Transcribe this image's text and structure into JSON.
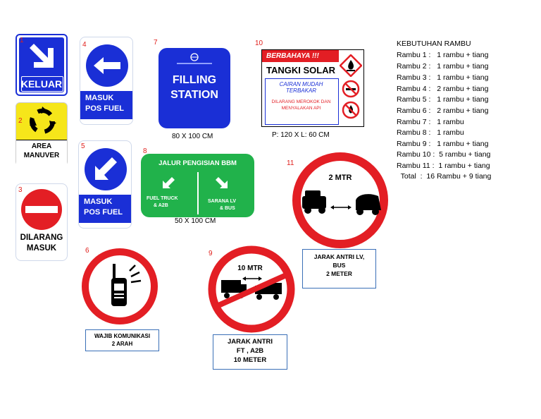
{
  "signs": {
    "s1": {
      "number": "1",
      "label": "KELUAR"
    },
    "s2": {
      "number": "2",
      "line1": "AREA",
      "line2": "MANUVER"
    },
    "s3": {
      "number": "3",
      "line1": "DILARANG",
      "line2": "MASUK"
    },
    "s4": {
      "number": "4",
      "line1": "MASUK",
      "line2": "POS FUEL"
    },
    "s5": {
      "number": "5",
      "line1": "MASUK",
      "line2": "POS FUEL"
    },
    "s6": {
      "number": "6",
      "label1": "WAJIB KOMUNIKASI",
      "label2": "2 ARAH"
    },
    "s7": {
      "number": "7",
      "line1": "FILLING",
      "line2": "STATION",
      "size": "80 X 100 CM"
    },
    "s8": {
      "number": "8",
      "title": "JALUR PENGISIAN BBM",
      "left1": "FUEL TRUCK",
      "left2": "& A2B",
      "right1": "SARANA LV",
      "right2": "& BUS",
      "size": "50 X 100 CM"
    },
    "s9": {
      "number": "9",
      "distance": "10 MTR",
      "label1": "JARAK ANTRI",
      "label2": "FT , A2B",
      "label3": "10 METER"
    },
    "s10": {
      "number": "10",
      "danger": "BERBAHAYA !!!",
      "title": "TANGKI SOLAR",
      "sub1": "CAIRAN MUDAH",
      "sub2": "TERBAKAR",
      "warn1": "DILARANG MEROKOK DAN",
      "warn2": "MENYALAKAN API",
      "size": "P: 120 X L: 60 CM"
    },
    "s11": {
      "number": "11",
      "distance": "2 MTR",
      "label1": "JARAK ANTRI  LV,",
      "label2": "BUS",
      "label3": "2 METER"
    }
  },
  "requirements": {
    "title": "KEBUTUHAN RAMBU",
    "rows": [
      "Rambu 1 :   1 rambu + tiang",
      "Rambu 2 :   1 rambu + tiang",
      "Rambu 3 :   1 rambu + tiang",
      "Rambu 4 :   2 rambu + tiang",
      "Rambu 5 :   1 rambu + tiang",
      "Rambu 6 :   2 rambu + tiang",
      "Rambu 7 :   1 rambu",
      "Rambu 8 :   1 rambu",
      "Rambu 9 :   1 rambu + tiang",
      "Rambu 10 :  5 rambu + tiang",
      "Rambu 11 :  1 rambu + tiang",
      "  Total  :  16 Rambu + 9 tiang"
    ]
  },
  "colors": {
    "blue": "#1a2fd6",
    "red": "#e31e24",
    "green": "#21b24b",
    "yellow": "#f6e61a"
  }
}
